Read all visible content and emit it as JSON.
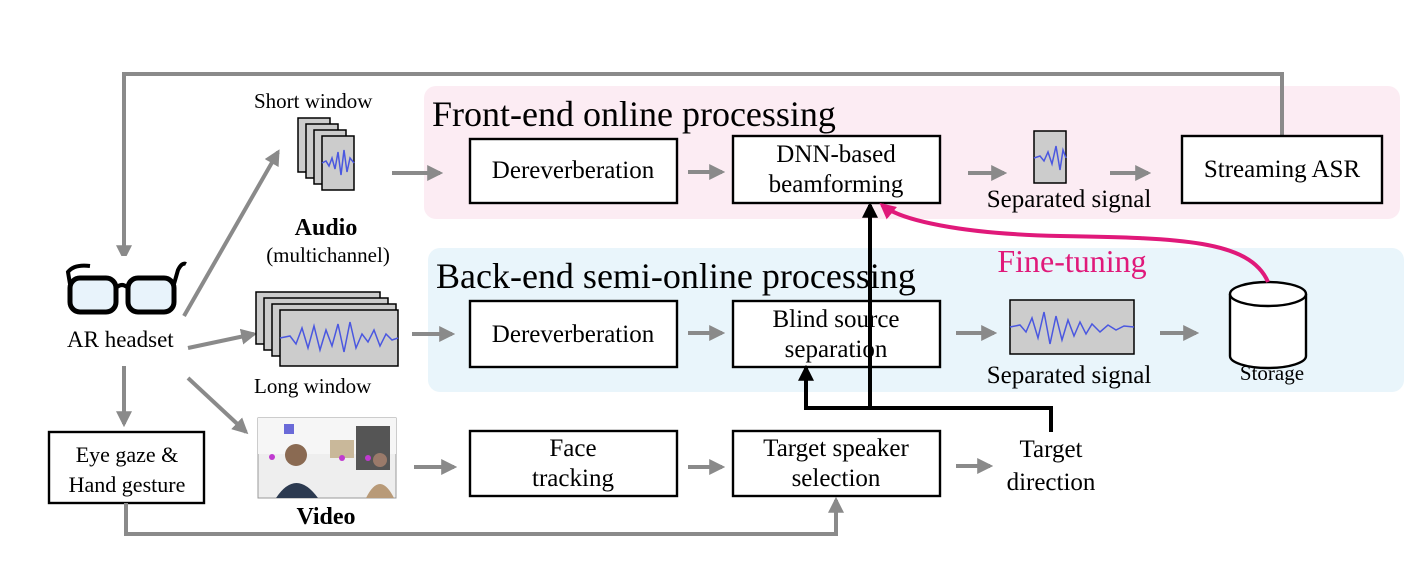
{
  "colors": {
    "front_panel": "#fcecf3",
    "back_panel": "#e9f5fb",
    "arrow_gray": "#8a8a8a",
    "fine_tuning": "#e0197a",
    "waveform": "#4a57e0",
    "wave_bg": "#cccccc"
  },
  "panels": {
    "front_title": "Front-end online processing",
    "back_title": "Back-end semi-online processing"
  },
  "headset": {
    "label": "AR headset",
    "icon": "glasses-icon"
  },
  "audio": {
    "short_window": "Short window",
    "long_window": "Long window",
    "title": "Audio",
    "subtitle": "(multichannel)"
  },
  "video": {
    "title": "Video",
    "icon": "video-frame-icon"
  },
  "eye_gaze": {
    "line1": "Eye gaze &",
    "line2": "Hand gesture"
  },
  "front": {
    "dereverb": "Dereverberation",
    "dnn_line1": "DNN-based",
    "dnn_line2": "beamforming",
    "separated": "Separated signal",
    "asr": "Streaming ASR"
  },
  "back": {
    "dereverb": "Dereverberation",
    "bss_line1": "Blind source",
    "bss_line2": "separation",
    "separated": "Separated signal",
    "storage": "Storage",
    "storage_icon": "database-cylinder-icon"
  },
  "video_row": {
    "face_line1": "Face",
    "face_line2": "tracking",
    "tss_line1": "Target speaker",
    "tss_line2": "selection",
    "target_line1": "Target",
    "target_line2": "direction"
  },
  "fine_tuning": "Fine-tuning"
}
